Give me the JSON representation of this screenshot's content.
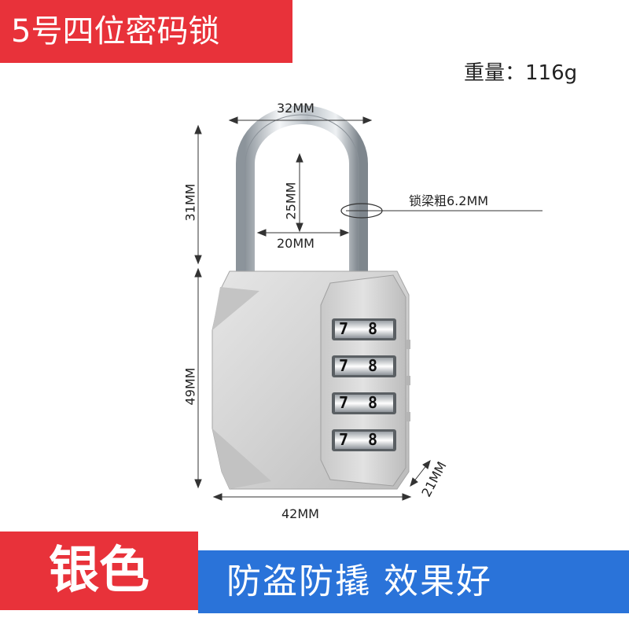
{
  "title": "5号四位密码锁",
  "weight": "重量：116g",
  "dimensions": {
    "shackle_width": "32MM",
    "shackle_height": "31MM",
    "shackle_inner_height": "25MM",
    "shackle_inner_width": "20MM",
    "shackle_thickness": "锁梁粗6.2MM",
    "body_height": "49MM",
    "body_width": "42MM",
    "body_depth": "21MM"
  },
  "dial_digits": [
    "7",
    "8"
  ],
  "color_label": "银色",
  "feature_text": "防盗防撬 效果好",
  "colors": {
    "red": "#e8323a",
    "blue": "#2a73d9",
    "silver": "#d6d6d6",
    "chrome": "#c0c6cc"
  }
}
